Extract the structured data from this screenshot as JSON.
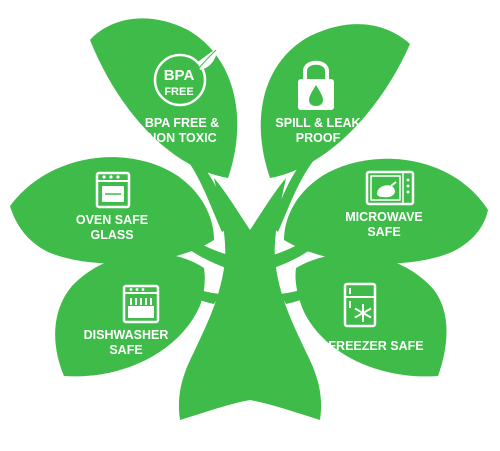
{
  "colors": {
    "leaf": "#3ebb49",
    "trunk": "#3ebb49",
    "text": "#ffffff"
  },
  "features": [
    {
      "id": "bpa",
      "icon": "bpa-free-badge-icon",
      "badge_line1": "BPA",
      "badge_line2": "FREE",
      "line1": "BPA FREE &",
      "line2": "NON TOXIC"
    },
    {
      "id": "spill",
      "icon": "padlock-drop-icon",
      "line1": "SPILL & LEAK",
      "line2": "PROOF"
    },
    {
      "id": "oven",
      "icon": "oven-icon",
      "line1": "OVEN SAFE",
      "line2": "GLASS"
    },
    {
      "id": "microwave",
      "icon": "microwave-icon",
      "line1": "MICROWAVE",
      "line2": "SAFE"
    },
    {
      "id": "dishwasher",
      "icon": "dishwasher-icon",
      "line1": "DISHWASHER",
      "line2": "SAFE"
    },
    {
      "id": "freezer",
      "icon": "freezer-snowflake-icon",
      "line1": "FREEZER SAFE",
      "line2": ""
    }
  ]
}
